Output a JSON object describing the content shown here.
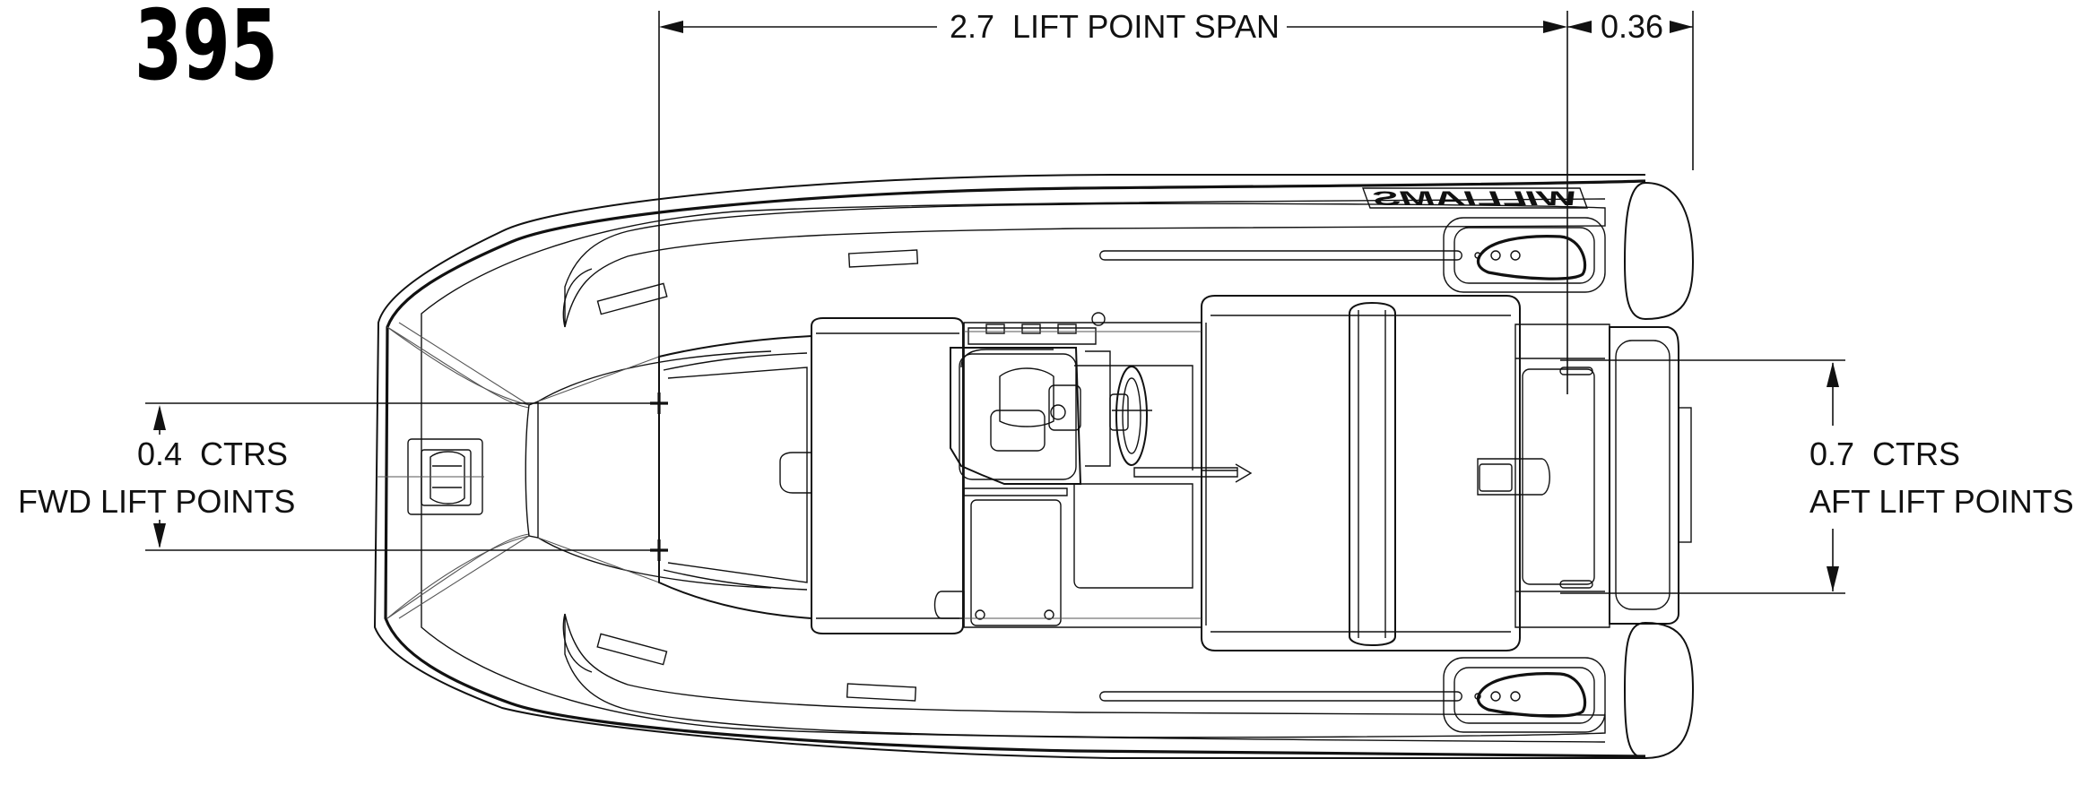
{
  "model_number": "395",
  "brand_mark": "WILLIAMS",
  "dimensions": {
    "lift_point_span": "2.7  LIFT POINT SPAN",
    "aft_offset": "0.36",
    "fwd_ctrs": "0.4  CTRS",
    "fwd_label": "FWD LIFT POINTS",
    "aft_ctrs": "0.7  CTRS",
    "aft_label": "AFT LIFT POINTS"
  },
  "colors": {
    "line": "#111111",
    "background": "#ffffff"
  }
}
